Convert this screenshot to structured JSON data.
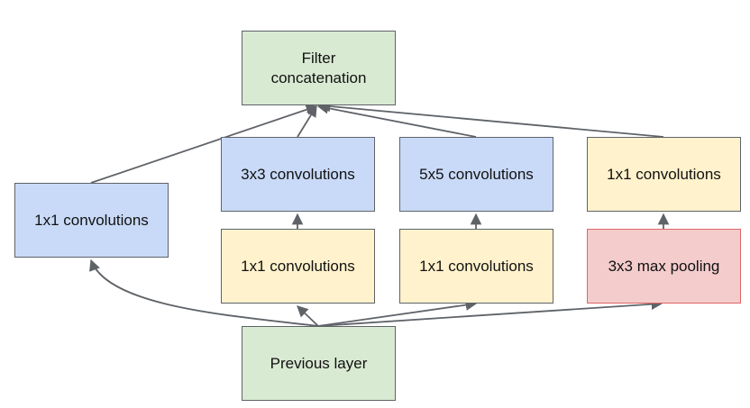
{
  "nodes": {
    "filter_concat": "Filter\nconcatenation",
    "conv1x1_left": "1x1 convolutions",
    "conv3x3": "3x3 convolutions",
    "conv5x5": "5x5 convolutions",
    "conv1x1_pool_proj": "1x1 convolutions",
    "conv1x1_reduce_3x3": "1x1 convolutions",
    "conv1x1_reduce_5x5": "1x1 convolutions",
    "maxpool3x3": "3x3 max pooling",
    "previous_layer": "Previous layer"
  },
  "colors": {
    "green": "#d9ead3",
    "blue": "#c9daf8",
    "yellow": "#fff2cc",
    "red": "#f4cccc",
    "edge": "#5f6368"
  }
}
